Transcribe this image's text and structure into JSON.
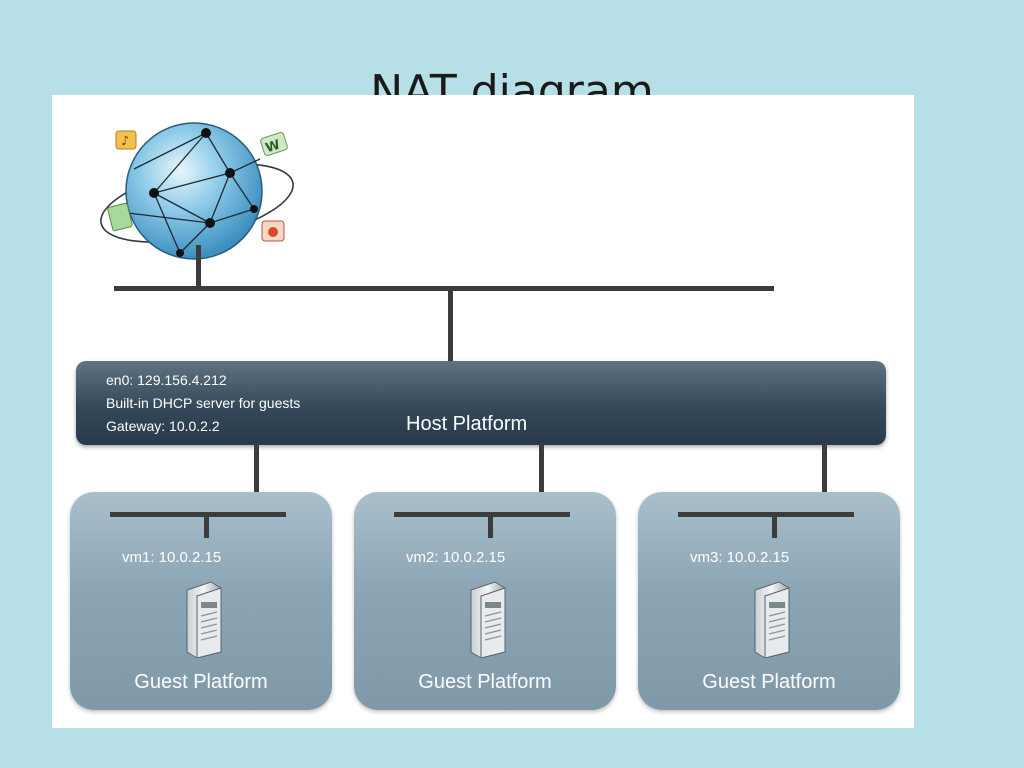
{
  "slide": {
    "title": "NAT diagram"
  },
  "host": {
    "interface": "en0: 129.156.4.212",
    "dhcp": "Built-in DHCP server for guests",
    "gateway": "Gateway: 10.0.2.2",
    "label": "Host Platform"
  },
  "guests": [
    {
      "vm": "vm1: 10.0.2.15",
      "label": "Guest Platform"
    },
    {
      "vm": "vm2: 10.0.2.15",
      "label": "Guest Platform"
    },
    {
      "vm": "vm3: 10.0.2.15",
      "label": "Guest Platform"
    }
  ],
  "icons": {
    "internet": "globe-network-icon",
    "server": "server-tower-icon"
  },
  "colors": {
    "background": "#b7dfe7",
    "host": "#34495a",
    "guest": "#8ca5b4",
    "line": "#3c3c3c"
  }
}
